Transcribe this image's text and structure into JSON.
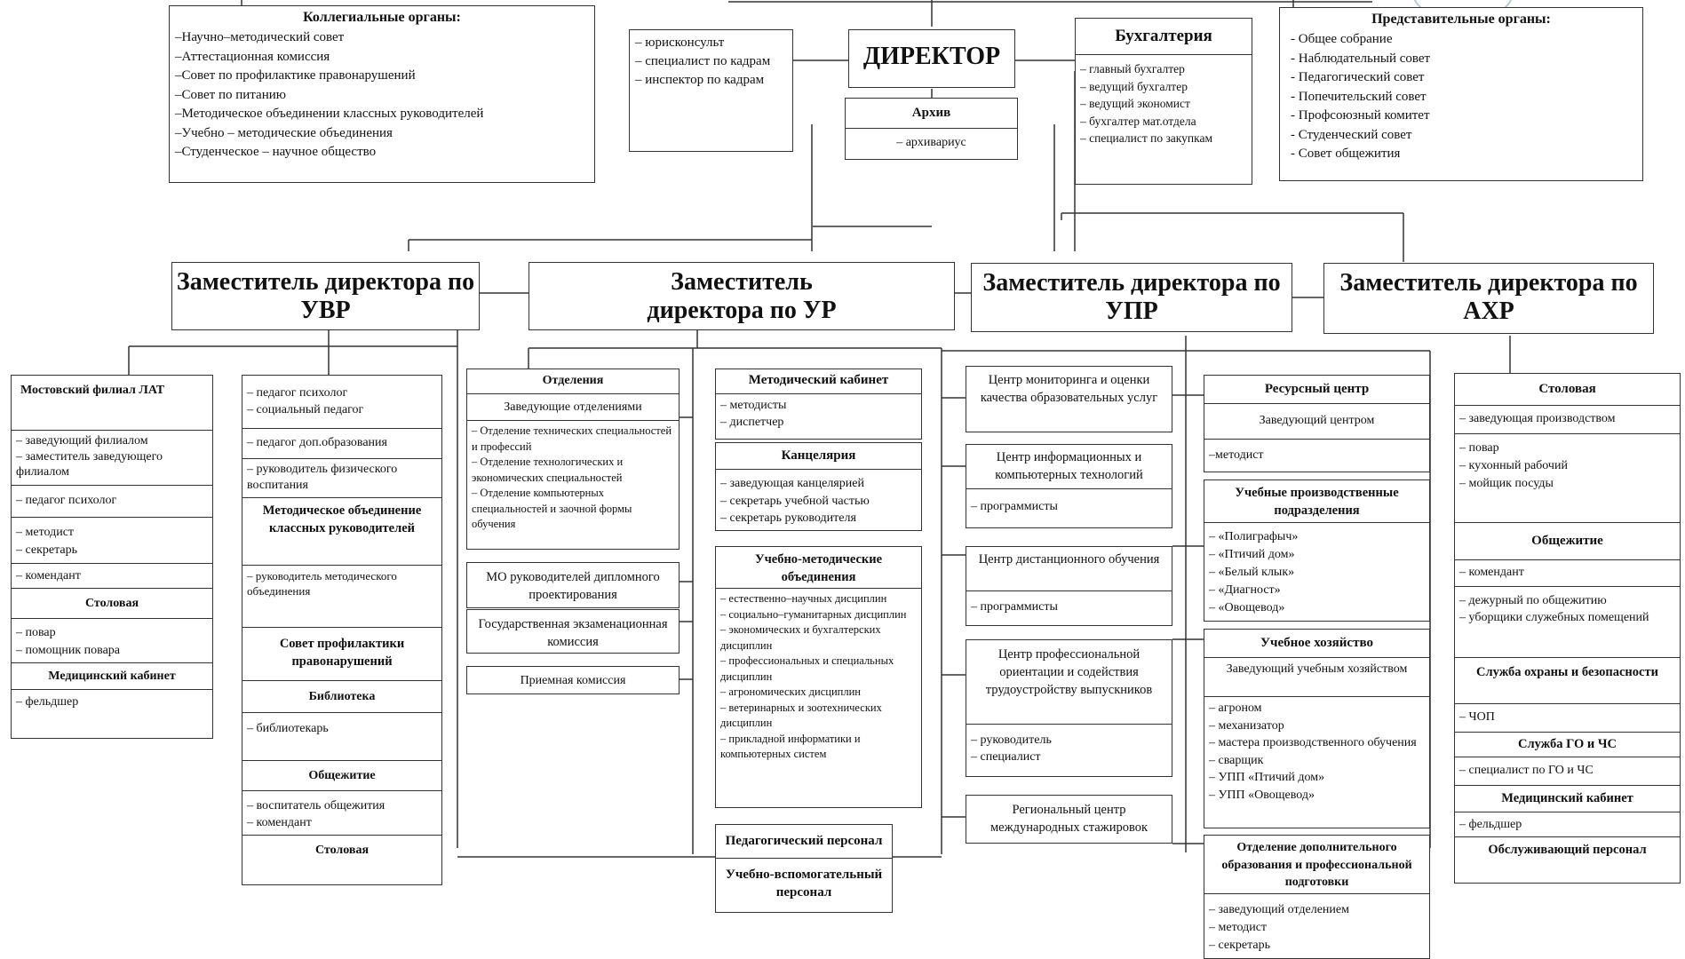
{
  "collegial": {
    "title": "Коллегиальные органы:",
    "items": "–Научно–методический совет\n–Аттестационная комиссия\n–Совет по профилактике правонарушений\n–Совет по питанию\n–Методическое объединении классных руководителей\n–Учебно – методические объединения\n–Студенческое – научное общество"
  },
  "legal": {
    "items": "– юрисконсульт\n– специалист по кадрам\n– инспектор по кадрам"
  },
  "director": {
    "title": "ДИРЕКТОР"
  },
  "archive": {
    "title": "Архив",
    "items": "– архивариус"
  },
  "accounting": {
    "title": "Бухгалтерия",
    "items": "– главный бухгалтер\n– ведущий бухгалтер\n– ведущий экономист\n– бухгалтер мат.отдела\n– специалист по закупкам"
  },
  "representative": {
    "title": "Представительные органы:",
    "items": "- Общее собрание\n- Наблюдательный совет\n- Педагогический совет\n- Попечительский совет\n- Профсоюзный комитет\n- Студенческий совет\n- Совет общежития"
  },
  "deputies": {
    "uvr": "Заместитель директора по УВР",
    "ur": "Заместитель директора по УР",
    "upr": "Заместитель директора по УПР",
    "ahr": "Заместитель директора по АХР"
  },
  "moscow": {
    "title": "Мостовский филиал ЛАТ",
    "s1": "– заведующий филиалом\n– заместитель заведующего филиалом",
    "s2": "– педагог психолог",
    "s3": "– методист\n– секретарь",
    "s4": "– комендант",
    "canteen": "Столовая",
    "s5": "– повар\n– помощник повара",
    "med": "Медицинский кабинет",
    "s6": "– фельдшер"
  },
  "uvrcol": {
    "s1": "– педагог психолог\n– социальный педагог",
    "s2": "– педагог доп.образования",
    "s3": "– руководитель физического воспитания",
    "mo_title": "Методическое объединение классных руководителей",
    "s4": "– руководитель методического объединения",
    "prof": "Совет профилактики правонарушений",
    "library": "Библиотека",
    "s5": "– библиотекарь",
    "dorm": "Общежитие",
    "s6": "– воспитатель общежития\n– комендант",
    "canteen": "Столовая"
  },
  "departments": {
    "title": "Отделения",
    "sub": "Заведующие отделениями",
    "items": "– Отделение технических специальностей и профессий\n– Отделение технологических и экономических специальностей\n– Отделение компьютерных специальностей и заочной формы обучения"
  },
  "mo_diploma": "МО руководителей дипломного проектирования",
  "gek": "Государственная экзаменационная комиссия",
  "admission": "Приемная комиссия",
  "method_cab": {
    "title": "Методический кабинет",
    "items": "– методисты\n– диспетчер"
  },
  "office": {
    "title": "Канцелярия",
    "items": "– заведующая канцелярией\n– секретарь учебной частью\n– секретарь руководителя"
  },
  "umo": {
    "title": "Учебно-методические объединения",
    "items": "– естественно–научных дисциплин\n– социально–гуманитарных дисциплин\n– экономических и бухгалтерских дисциплин\n– профессиональных и специальных дисциплин\n– агрономических дисциплин\n– ветеринарных и зоотехнических дисциплин\n– прикладной информатики и компьютерных систем"
  },
  "ped_staff": "Педагогический персонал",
  "aux_staff": "Учебно-вспомогательный персонал",
  "monitoring": "Центр мониторинга и оценки качества образовательных услуг",
  "it_center": {
    "title": "Центр информационных и компьютерных технологий",
    "items": "– программисты"
  },
  "distance": {
    "title": "Центр дистанционного обучения",
    "items": "– программисты"
  },
  "career": {
    "title": "Центр профессиональной ориентации и содействия трудоустройству выпускников",
    "items": "– руководитель\n– специалист"
  },
  "regional": "Региональный центр международных стажировок",
  "resource": {
    "title": "Ресурсный центр",
    "sub": "Заведующий центром",
    "items": "–методист"
  },
  "production": {
    "title": "Учебные производственные подразделения",
    "items": "– «Полиграфыч»\n– «Птичий дом»\n– «Белый клык»\n– «Диагност»\n– «Овощевод»"
  },
  "farm": {
    "title": "Учебное хозяйство",
    "sub": "Заведующий учебным хозяйством",
    "items": "– агроном\n– механизатор\n– мастера производственного обучения\n– сварщик\n– УПП «Птичий дом»\n– УПП «Овощевод»"
  },
  "additional": {
    "title": "Отделение дополнительного образования и профессиональной подготовки",
    "items": "– заведующий отделением\n– методист\n– секретарь"
  },
  "ahrcol": {
    "canteen": "Столовая",
    "s1": "– заведующая производством",
    "s2": "– повар\n– кухонный рабочий\n– мойщик посуды",
    "dorm": "Общежитие",
    "s3": "– комендант",
    "s4": "– дежурный по общежитию\n– уборщики служебных помещений",
    "security": "Служба охраны и безопасности",
    "s5": "– ЧОП",
    "go": "Служба ГО и ЧС",
    "s6": "– специалист по ГО и ЧС",
    "med": "Медицинский кабинет",
    "s7": "– фельдшер",
    "service": "Обслуживающий персонал"
  }
}
